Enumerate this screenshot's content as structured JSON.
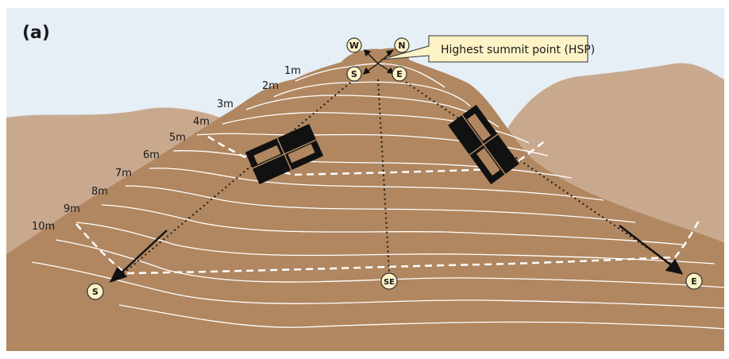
{
  "figure": {
    "panel_label": "(a)",
    "callout": "Highest summit point (HSP)",
    "contour_labels": [
      "1m",
      "2m",
      "3m",
      "4m",
      "5m",
      "6m",
      "7m",
      "8m",
      "9m",
      "10m"
    ],
    "compass": {
      "top_w": "W",
      "top_n": "N",
      "top_s": "S",
      "top_e": "E",
      "bottom_s": "S",
      "bottom_se": "SE",
      "bottom_e": "E"
    }
  },
  "colors": {
    "sky": "#e6eef6",
    "background_hill": "#c9a98e",
    "hill": "#b08760",
    "contour": "#ffffff",
    "quadrat": "#111111",
    "callout_fill": "#fdf3c6",
    "badge_fill": "#fdf3c6"
  }
}
